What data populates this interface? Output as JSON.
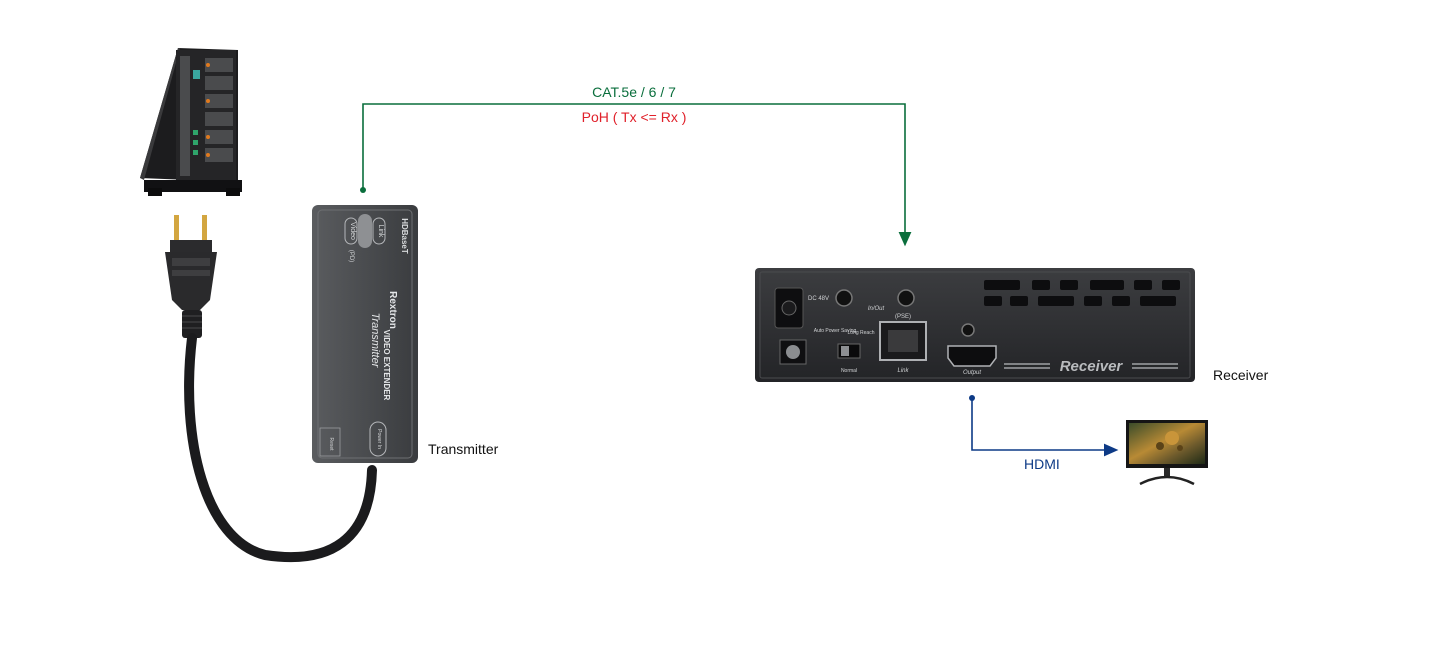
{
  "colors": {
    "cat_line": "#0a6e3c",
    "hdmi_line": "#0d3a86",
    "poh_text": "#e0202a",
    "label_text": "#111111"
  },
  "icons": [
    "server-tower-icon",
    "hdmi-plug-icon",
    "monitor-icon"
  ],
  "links": {
    "cat_label": "CAT.5e / 6 / 7",
    "poh_label": "PoH ( Tx <= Rx )",
    "hdmi_label": "HDMI"
  },
  "devices": {
    "transmitter": {
      "label": "Transmitter",
      "panel_text": {
        "video": "Video",
        "pd": "(PD)",
        "link": "Link",
        "hdbaset": "HDBaseT",
        "brand": "Rextron",
        "model_line1": "Transmitter",
        "model_line2": "VIDEO EXTENDER",
        "power_in": "Power In",
        "button": "Reset"
      }
    },
    "receiver": {
      "label": "Receiver",
      "panel_text": {
        "dc": "DC 48V",
        "auto_power": "Auto Power Saving",
        "long_reach": "Long Reach",
        "normal": "Normal",
        "in_out": "In/Out",
        "pse": "(PSE)",
        "link": "Link",
        "output": "Output",
        "brand_name": "Receiver"
      }
    }
  }
}
